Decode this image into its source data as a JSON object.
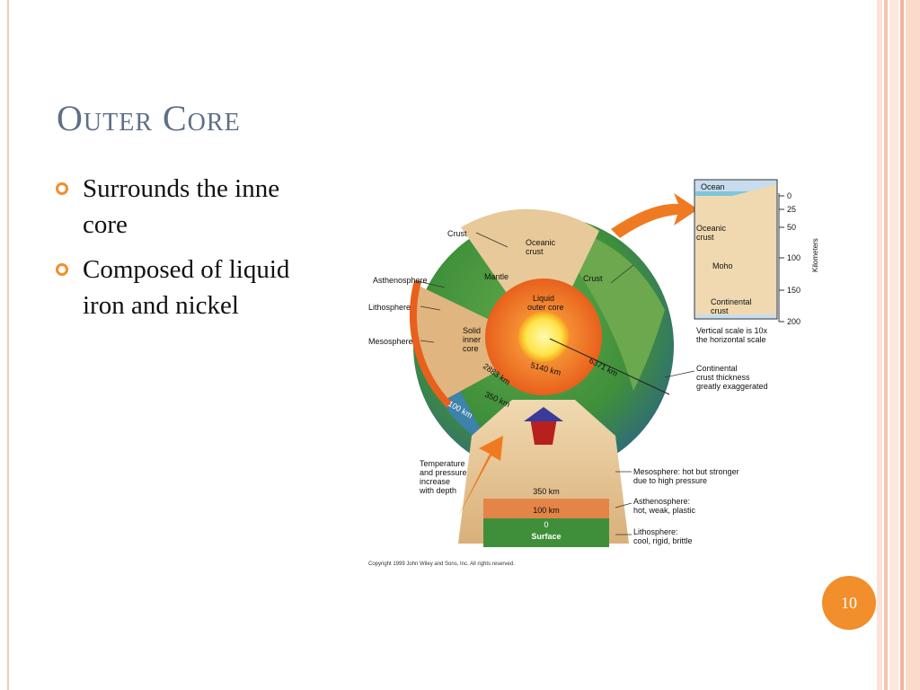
{
  "slide": {
    "title": "Outer Core",
    "bullets": [
      {
        "lines": [
          "Surrounds the inne",
          "core"
        ]
      },
      {
        "lines": [
          "Composed of liquid",
          "iron and nickel"
        ]
      }
    ],
    "page_number": "10"
  },
  "figure": {
    "labels": {
      "crust_top": "Crust",
      "oceanic_crust": [
        "Oceanic",
        "crust"
      ],
      "mantle": "Mantle",
      "crust_right": "Crust",
      "asthenosphere": "Asthenosphere",
      "lithosphere": "Lithosphere",
      "mesosphere": "Mesosphere",
      "liquid_outer_core": [
        "Liquid",
        "outer core"
      ],
      "solid_inner_core": [
        "Solid",
        "inner",
        "core"
      ],
      "km_5140": "5140 km",
      "km_6371": "6371 km",
      "km_2883": "2883 km",
      "km_350": "350 km",
      "km_100": "100 km",
      "temperature": [
        "Temperature",
        "and pressure",
        "increase",
        "with depth"
      ]
    },
    "inset": {
      "ocean": "Ocean",
      "oceanic_crust": [
        "Oceanic",
        "crust"
      ],
      "moho": "Moho",
      "continental_crust": [
        "Continental",
        "crust"
      ],
      "axis_label": "Kilometers",
      "ticks": [
        "0",
        "25",
        "50",
        "100",
        "150",
        "200"
      ],
      "note": [
        "Vertical scale is 10x",
        "the horizontal scale"
      ]
    },
    "right_notes": {
      "continental": [
        "Continental",
        "crust thickness",
        "greatly exaggerated"
      ],
      "mesosphere": [
        "Mesosphere: hot but stronger",
        "due to high pressure"
      ],
      "asthenosphere": [
        "Asthenosphere:",
        "hot, weak, plastic"
      ],
      "lithosphere": [
        "Lithosphere:",
        "cool, rigid, brittle"
      ]
    },
    "wedge": {
      "km_350": "350 km",
      "km_100": "100 km",
      "zero": "0",
      "surface": "Surface"
    },
    "copyright": "Copyright 1999 John Wiley and Sons, Inc. All rights reserved."
  },
  "colors": {
    "title": "#5f6f85",
    "accent": "#f28e2b",
    "mantle": "#e8c99a",
    "outer_core": "#f07a22",
    "inner_core": "#ffe44a",
    "ocean": "#3f7fc4",
    "land": "#3f8f3a"
  }
}
